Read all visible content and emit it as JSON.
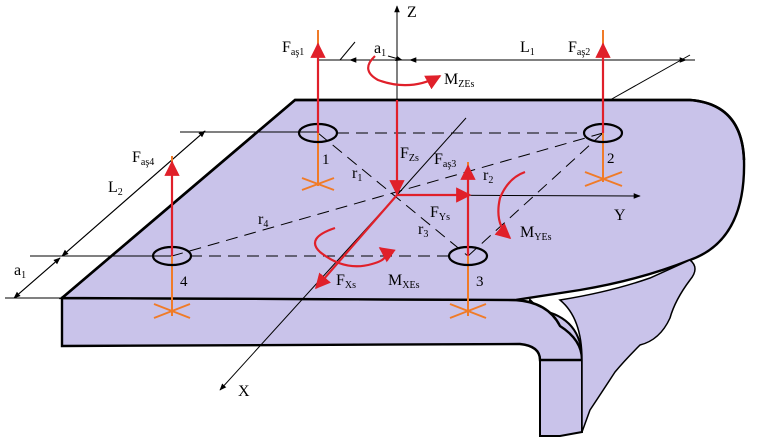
{
  "colors": {
    "plate": "#c9c3ea",
    "outline": "#000000",
    "force": "#e0202a",
    "support": "#f07b28",
    "background": "#ffffff"
  },
  "axes": {
    "z": "Z",
    "y": "Y",
    "x": "X"
  },
  "dimensions": {
    "a1_top": "a",
    "a1_top_sub": "1",
    "L1": "L",
    "L1_sub": "1",
    "L2": "L",
    "L2_sub": "2",
    "a1_left": "a",
    "a1_left_sub": "1"
  },
  "bolts": [
    {
      "number": "1"
    },
    {
      "number": "2"
    },
    {
      "number": "3"
    },
    {
      "number": "4"
    }
  ],
  "radii": [
    {
      "main": "r",
      "sub": "1"
    },
    {
      "main": "r",
      "sub": "2"
    },
    {
      "main": "r",
      "sub": "3"
    },
    {
      "main": "r",
      "sub": "4"
    }
  ],
  "forces": {
    "fas1": {
      "main": "F",
      "sub": "aş1"
    },
    "fas2": {
      "main": "F",
      "sub": "aş2"
    },
    "fas3": {
      "main": "F",
      "sub": "aş3"
    },
    "fas4": {
      "main": "F",
      "sub": "aş4"
    },
    "fzs": {
      "main": "F",
      "sub": "Zs"
    },
    "fys": {
      "main": "F",
      "sub": "Ys"
    },
    "fxs": {
      "main": "F",
      "sub": "Xs"
    }
  },
  "moments": {
    "mzes": {
      "main": "M",
      "sub": "ZEs"
    },
    "myes": {
      "main": "M",
      "sub": "YEs"
    },
    "mxes": {
      "main": "M",
      "sub": "XEs"
    }
  }
}
